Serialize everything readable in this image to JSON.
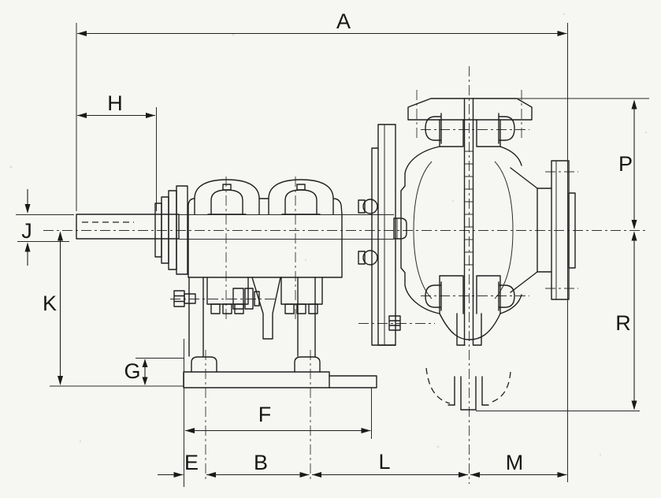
{
  "dimensions": {
    "A": "A",
    "H": "H",
    "J": "J",
    "K": "K",
    "G": "G",
    "F": "F",
    "E": "E",
    "B": "B",
    "L": "L",
    "M": "M",
    "P": "P",
    "R": "R"
  },
  "colors": {
    "line_color": "#1f1f1f",
    "paper_color": "#f6f6f2"
  }
}
